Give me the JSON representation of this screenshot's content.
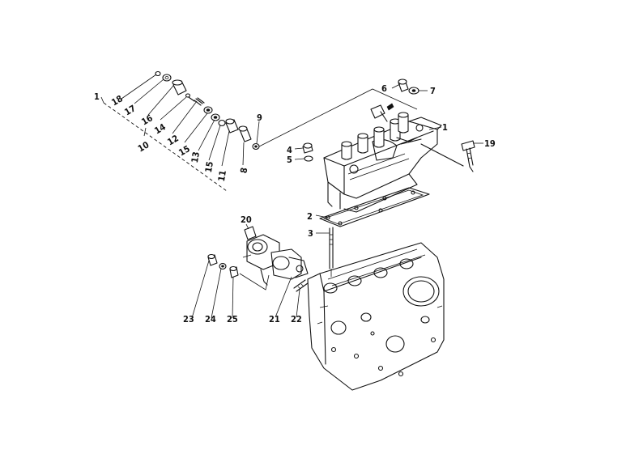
{
  "callouts": [
    "1",
    "2",
    "3",
    "4",
    "5",
    "6",
    "7",
    "8",
    "9",
    "10",
    "11",
    "12",
    "13",
    "14",
    "15",
    "15",
    "16",
    "17",
    "18",
    "19",
    "20",
    "21",
    "22",
    "23",
    "24",
    "25",
    "1"
  ]
}
